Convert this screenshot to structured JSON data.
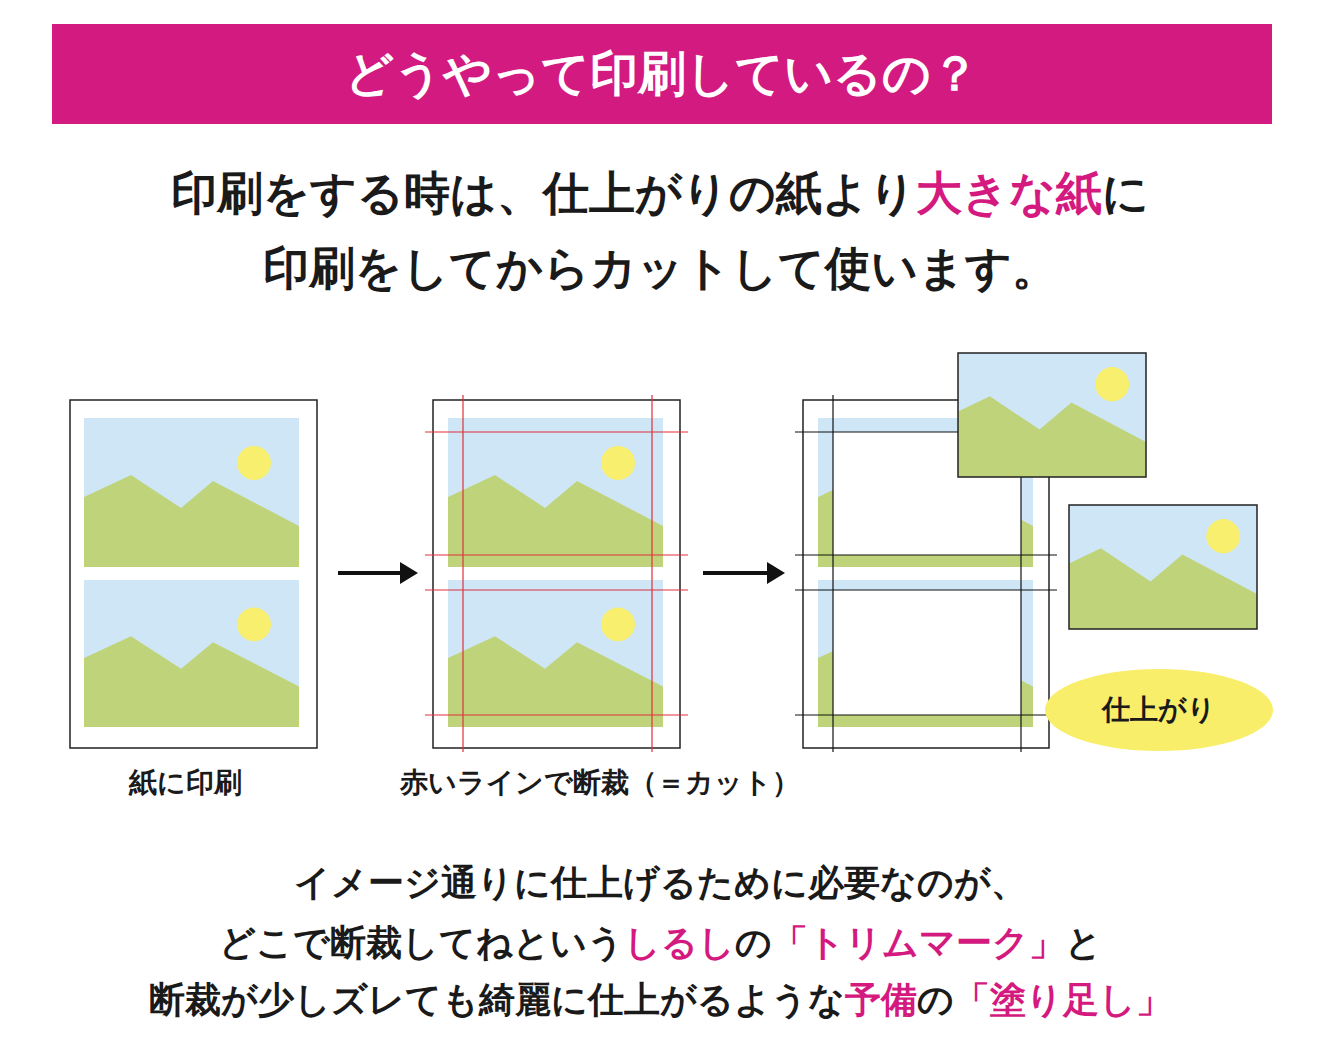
{
  "diagram": {
    "title": "どうやって印刷しているの？",
    "nodes": [
      {
        "text": [
          "仕上がり"
        ]
      }
    ],
    "labels": [
      "印刷をする時は、仕上がりの紙より大きな紙に印刷をしてからカットして使います。",
      "紙に印刷",
      "赤いラインで断裁（＝カット）",
      "イメージ通りに仕上げるために必要なのが、",
      "どこで断裁してねというしるしの「トリムマーク」と",
      "断裁が少しズレても綺麗に仕上がるような予備の「塗り足し」"
    ]
  }
}
